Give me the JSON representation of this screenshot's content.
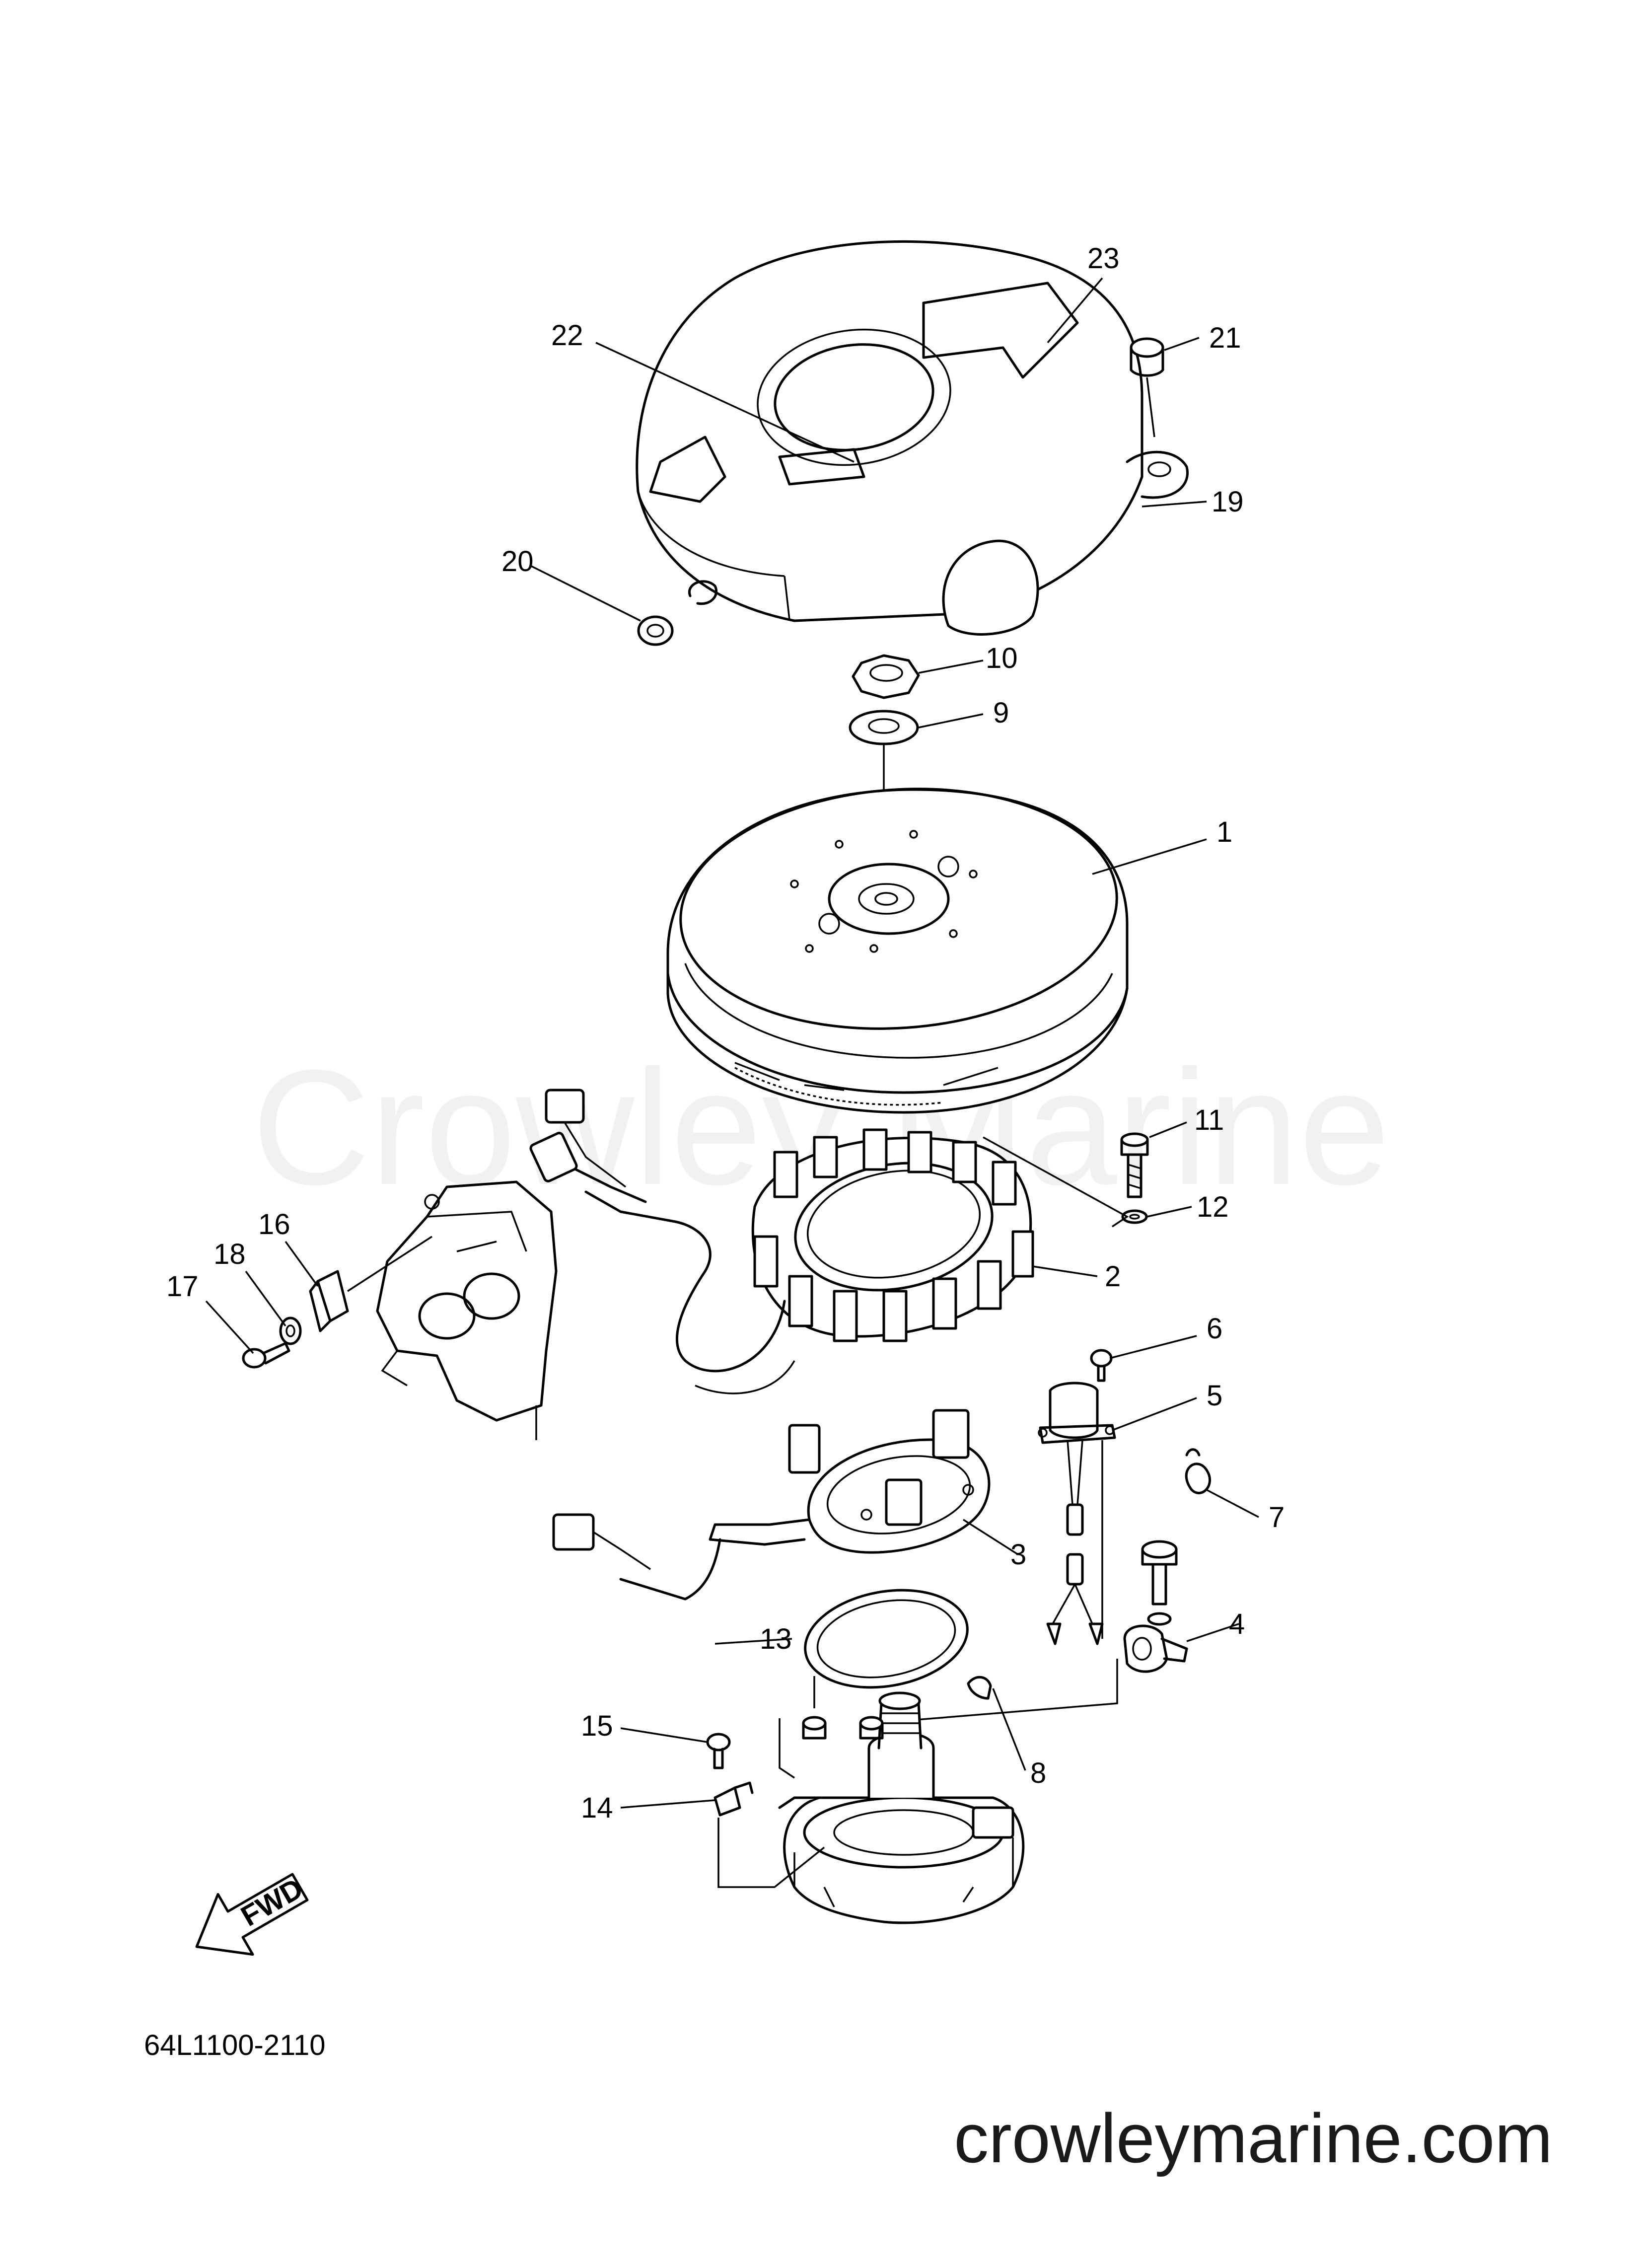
{
  "watermark": "Crowley Marine",
  "site_url": "crowleymarine.com",
  "drawing_number": "64L1100-2110",
  "fwd_label": "FWD",
  "callouts": [
    {
      "id": "c1",
      "label": "1"
    },
    {
      "id": "c2",
      "label": "2"
    },
    {
      "id": "c3",
      "label": "3"
    },
    {
      "id": "c4",
      "label": "4"
    },
    {
      "id": "c5",
      "label": "5"
    },
    {
      "id": "c6",
      "label": "6"
    },
    {
      "id": "c7",
      "label": "7"
    },
    {
      "id": "c8",
      "label": "8"
    },
    {
      "id": "c9",
      "label": "9"
    },
    {
      "id": "c10",
      "label": "10"
    },
    {
      "id": "c11",
      "label": "11"
    },
    {
      "id": "c12",
      "label": "12"
    },
    {
      "id": "c13",
      "label": "13"
    },
    {
      "id": "c14",
      "label": "14"
    },
    {
      "id": "c15",
      "label": "15"
    },
    {
      "id": "c16",
      "label": "16"
    },
    {
      "id": "c17",
      "label": "17"
    },
    {
      "id": "c18",
      "label": "18"
    },
    {
      "id": "c19",
      "label": "19"
    },
    {
      "id": "c20",
      "label": "20"
    },
    {
      "id": "c21",
      "label": "21"
    },
    {
      "id": "c22",
      "label": "22"
    },
    {
      "id": "c23",
      "label": "23"
    }
  ]
}
